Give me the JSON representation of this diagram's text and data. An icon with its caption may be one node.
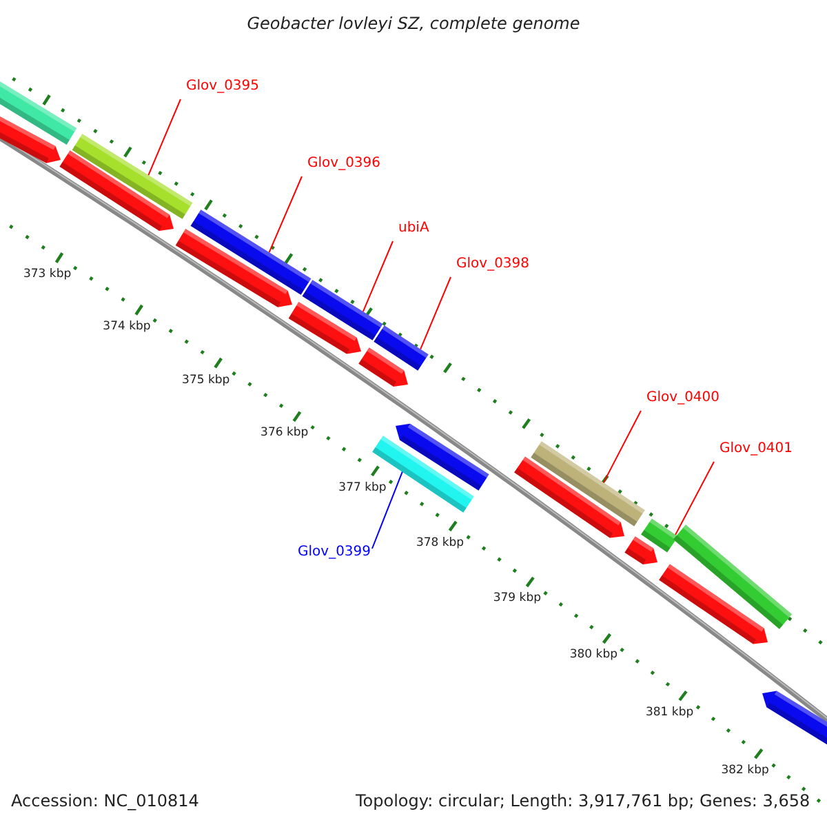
{
  "diagram": {
    "title": "Geobacter lovleyi SZ, complete genome",
    "nodes": [
      {
        "text": [],
        "shape": "bar"
      },
      {
        "text": [],
        "shape": "arrow"
      },
      {
        "text": [],
        "shape": "arrow"
      },
      {
        "text": [
          "Glov_0395"
        ]
      },
      {
        "text": [],
        "shape": "bar"
      },
      {
        "text": [],
        "shape": "arrow"
      },
      {
        "text": [
          "Glov_0396"
        ]
      },
      {
        "text": [],
        "shape": "bar"
      },
      {
        "text": [],
        "shape": "arrow"
      },
      {
        "text": [
          "ubiA"
        ]
      },
      {
        "text": [],
        "shape": "bar"
      },
      {
        "text": [],
        "shape": "arrow"
      },
      {
        "text": [
          "Glov_0398"
        ]
      },
      {
        "text": [],
        "shape": "bar"
      },
      {
        "text": [
          "Glov_0399"
        ]
      },
      {
        "text": [],
        "shape": "bar"
      },
      {
        "text": [],
        "shape": "arrow"
      },
      {
        "text": [],
        "shape": "arrow"
      },
      {
        "text": [
          "Glov_0400"
        ]
      },
      {
        "text": [],
        "shape": "bar"
      },
      {
        "text": [],
        "shape": "arrow"
      },
      {
        "text": [
          "Glov_0401"
        ]
      },
      {
        "text": [],
        "shape": "bar"
      },
      {
        "text": [],
        "shape": "arrow"
      },
      {
        "text": [],
        "shape": "bar"
      },
      {
        "text": [],
        "shape": "arrow"
      }
    ],
    "edges": [
      {
        "from": 3,
        "to": 4,
        "arrow": "none"
      },
      {
        "from": 6,
        "to": 7,
        "arrow": "none"
      },
      {
        "from": 9,
        "to": 10,
        "arrow": "none"
      },
      {
        "from": 12,
        "to": 13,
        "arrow": "none"
      },
      {
        "from": 14,
        "to": 15,
        "arrow": "none",
        "color": "#0000ff"
      },
      {
        "from": 18,
        "to": 19,
        "arrow": "none"
      },
      {
        "from": 21,
        "to": 22,
        "arrow": "none"
      }
    ],
    "labels": [
      "373 kbp",
      "374 kbp",
      "375 kbp",
      "376 kbp",
      "377 kbp",
      "378 kbp",
      "379 kbp",
      "380 kbp",
      "381 kbp",
      "382 kbp",
      "Accession: NC_010814",
      "Topology: circular; Length: 3,917,761 bp; Genes: 3,658"
    ]
  }
}
